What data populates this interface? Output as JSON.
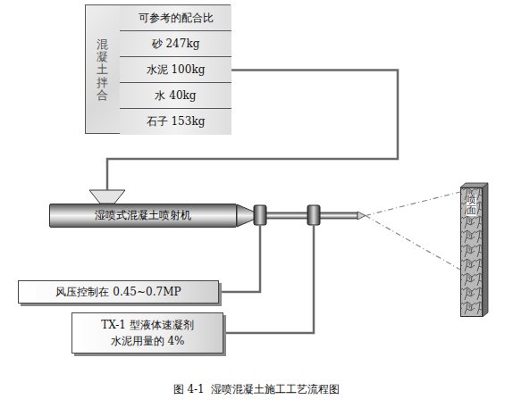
{
  "diagram": {
    "caption": "图 4-1  湿喷混凝土施工工艺流程图",
    "nodes": [
      {
        "text": [
          "混凝土拌合"
        ]
      },
      {
        "text": [
          "可参考的配合比"
        ],
        "in": 0
      },
      {
        "text": [
          "砂 247kg"
        ],
        "in": 0
      },
      {
        "text": [
          "水泥 100kg"
        ],
        "in": 0
      },
      {
        "text": [
          "水 40kg"
        ],
        "in": 0
      },
      {
        "text": [
          "石子 153kg"
        ],
        "in": 0
      },
      {
        "text": [
          "湿喷式混凝土喷射机"
        ]
      },
      {
        "text": [
          "风压控制在 0.45~0.7MP"
        ]
      },
      {
        "text": [
          "TX-1 型液体速凝剂 水泥用量的 4%"
        ]
      },
      {
        "text": [
          "喷面"
        ]
      }
    ],
    "edges": [
      {
        "from": 3,
        "to": 6,
        "arrow": "none"
      },
      {
        "from": 7,
        "to": 6,
        "arrow": "none"
      },
      {
        "from": 8,
        "to": 6,
        "arrow": "none"
      },
      {
        "from": 6,
        "to": 9,
        "arrow": "none"
      }
    ]
  }
}
